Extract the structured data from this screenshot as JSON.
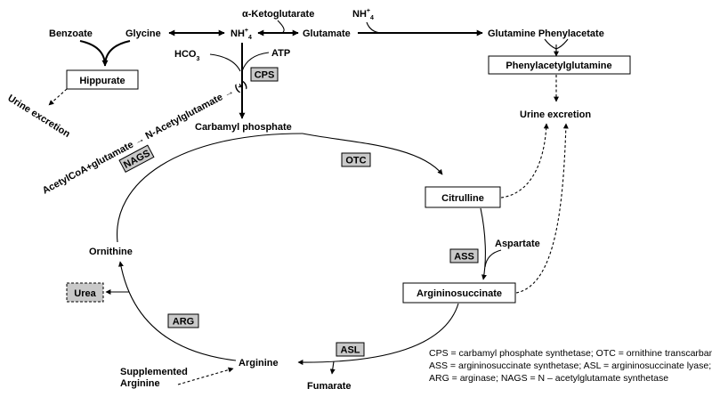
{
  "nodes": {
    "benzoate": "Benzoate",
    "glycine": "Glycine",
    "nh4_top": "NH",
    "nh4_top_sup": "+",
    "nh4_top_sub": "4",
    "alpha_ketoglutarate": "α-Ketoglutarate",
    "glutamate": "Glutamate",
    "nh4_right": "NH",
    "nh4_right_sup": "+",
    "nh4_right_sub": "4",
    "glutamine_phenylacetate": "Glutamine Phenylacetate",
    "hco3": "HCO",
    "hco3_sub": "3",
    "atp": "ATP",
    "hippurate": "Hippurate",
    "phenylacetylglutamine": "Phenylacetylglutamine",
    "urine_excretion_left": "Urine excretion",
    "urine_excretion_right": "Urine excretion",
    "nags_reaction": "AcetylCoA+glutamate → N-Acetylglutamate → (+)",
    "carbamyl_phosphate": "Carbamyl phosphate",
    "citrulline": "Citrulline",
    "aspartate": "Aspartate",
    "argininosuccinate": "Argininosuccinate",
    "ornithine": "Ornithine",
    "urea": "Urea",
    "arginine": "Arginine",
    "fumarate": "Fumarate",
    "supplemented_arginine_1": "Supplemented",
    "supplemented_arginine_2": "Arginine"
  },
  "enzymes": {
    "cps": "CPS",
    "nags": "NAGS",
    "otc": "OTC",
    "ass": "ASS",
    "arg": "ARG",
    "asl": "ASL"
  },
  "legend": [
    "CPS = carbamyl phosphate synthetase; OTC = ornithine transcarbamylase;",
    "ASS = argininosuccinate synthetase; ASL = argininosuccinate lyase;",
    "ARG = arginase; NAGS = N – acetylglutamate synthetase"
  ],
  "colors": {
    "enzyme_box_fill": "#c9c9c9",
    "stroke": "#000000"
  }
}
